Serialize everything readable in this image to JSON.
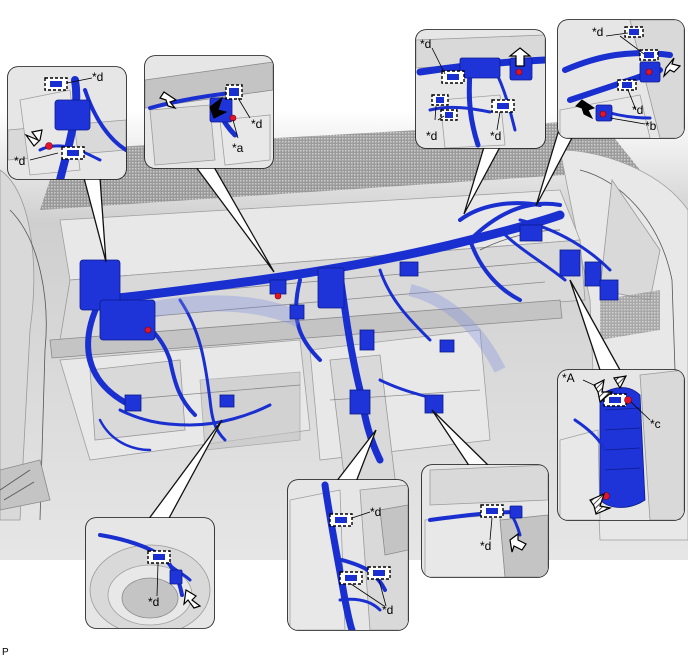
{
  "callouts": {
    "a": "*a",
    "b": "*b",
    "c": "*c",
    "d": "*d",
    "A": "*A"
  },
  "figure_code": "P",
  "colors": {
    "harness_blue": "#1a2fd0",
    "connector_red": "#e0152b",
    "background_gray": "#d9d9d9",
    "frame_black": "#111111"
  }
}
